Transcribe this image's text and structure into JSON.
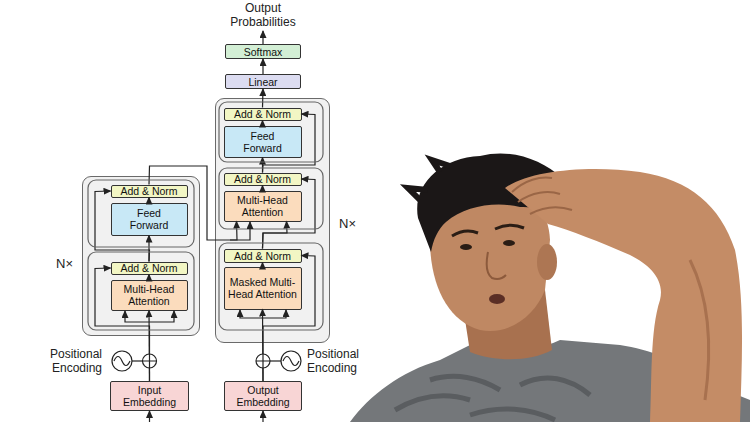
{
  "diagram": {
    "nodes": [
      {
        "text": [
          "N×"
        ]
      },
      {
        "text": [
          "Add & Norm"
        ],
        "in": 0
      },
      {
        "text": [
          "Feed Forward"
        ],
        "in": 0
      },
      {
        "text": [
          "Add & Norm"
        ],
        "in": 0
      },
      {
        "text": [
          "Multi-Head Attention"
        ],
        "in": 0
      },
      {
        "text": [
          "Input Embedding"
        ]
      },
      {
        "text": [
          "Softmax"
        ]
      },
      {
        "text": [
          "Linear"
        ]
      },
      {
        "text": [
          "N×"
        ]
      },
      {
        "text": [
          "Add & Norm"
        ],
        "in": 8
      },
      {
        "text": [
          "Feed Forward"
        ],
        "in": 8
      },
      {
        "text": [
          "Add & Norm"
        ],
        "in": 8
      },
      {
        "text": [
          "Multi-Head Attention"
        ],
        "in": 8
      },
      {
        "text": [
          "Add & Norm"
        ],
        "in": 8
      },
      {
        "text": [
          "Masked Multi-Head Attention"
        ],
        "in": 8
      },
      {
        "text": [
          "Output Embedding"
        ]
      }
    ],
    "edges": [
      {
        "from": 5,
        "to": 4,
        "arrow": "to"
      },
      {
        "from": 5,
        "to": 3,
        "arrow": "to"
      },
      {
        "from": 4,
        "to": 3,
        "arrow": "to"
      },
      {
        "from": 3,
        "to": 2,
        "arrow": "to"
      },
      {
        "from": 3,
        "to": 1,
        "arrow": "to"
      },
      {
        "from": 2,
        "to": 1,
        "arrow": "to"
      },
      {
        "from": 1,
        "to": 12,
        "arrow": "to"
      },
      {
        "from": 15,
        "to": 14,
        "arrow": "to"
      },
      {
        "from": 15,
        "to": 13,
        "arrow": "to"
      },
      {
        "from": 14,
        "to": 13,
        "arrow": "to"
      },
      {
        "from": 13,
        "to": 12,
        "arrow": "to"
      },
      {
        "from": 13,
        "to": 11,
        "arrow": "to"
      },
      {
        "from": 12,
        "to": 11,
        "arrow": "to"
      },
      {
        "from": 11,
        "to": 10,
        "arrow": "to"
      },
      {
        "from": 11,
        "to": 9,
        "arrow": "to"
      },
      {
        "from": 10,
        "to": 9,
        "arrow": "to"
      },
      {
        "from": 9,
        "to": 7,
        "arrow": "to"
      },
      {
        "from": 7,
        "to": 6,
        "arrow": "to"
      }
    ],
    "labels": [
      "Output Probabilities",
      "Positional Encoding",
      "Positional Encoding"
    ]
  }
}
